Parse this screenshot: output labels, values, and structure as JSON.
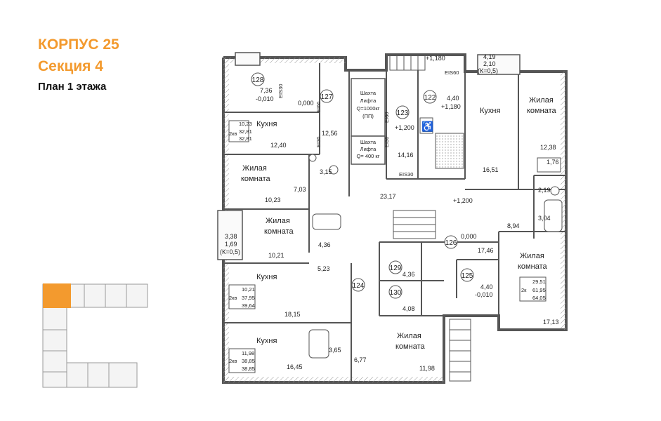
{
  "header": {
    "building": "КОРПУС 25",
    "section": "Секция 4",
    "plan": "План 1 этажа"
  },
  "colors": {
    "accent": "#f39a2e",
    "wall": "#7a7a7a",
    "hatch": "#c9c9c9"
  },
  "apartments": [
    {
      "id": "apt-1",
      "rooms": "2кв",
      "lines": [
        "10,23",
        "32,81",
        "32,81"
      ]
    },
    {
      "id": "apt-2",
      "rooms": "2кв",
      "lines": [
        "10,21",
        "37,95",
        "39,64"
      ]
    },
    {
      "id": "apt-3",
      "rooms": "2кв",
      "lines": [
        "11,98",
        "38,85",
        "38,85"
      ]
    },
    {
      "id": "apt-4",
      "rooms": "2к",
      "lines": [
        "29,51",
        "61,95",
        "64,05"
      ]
    }
  ],
  "room_names": {
    "kitchen": "Кухня",
    "living_1": "Жилая",
    "living_2": "комната"
  },
  "room_numbers": [
    "128",
    "127",
    "123",
    "122",
    "126",
    "129",
    "130",
    "124",
    "125"
  ],
  "areas": {
    "a7_36": "7,36",
    "a_0010a": "-0,010",
    "a0_000a": "0,000",
    "a12_56": "12,56",
    "a12_40": "12,40",
    "a3_15": "3,15",
    "a7_03": "7,03",
    "a10_23": "10,23",
    "a3_38": "3,38",
    "a1_69": "1,69",
    "k05a": "(К=0,5)",
    "a10_21": "10,21",
    "a4_36a": "4,36",
    "a5_23": "5,23",
    "a18_15": "18,15",
    "a16_45": "16,45",
    "a3_65": "3,65",
    "a6_77": "6,77",
    "a11_98": "11,98",
    "a23_17": "23,17",
    "a4_36b": "4,36",
    "a4_08": "4,08",
    "a0_000b": "0,000",
    "a17_46": "17,46",
    "a4_40a": "4,40",
    "a_0010b": "-0,010",
    "a14_16": "14,16",
    "a1_200a": "+1,200",
    "a1_200b": "+1,200",
    "a1_180a": "+1,180",
    "a1_180b": "+1,180",
    "a4_40b": "4,40",
    "a4_19": "4,19",
    "a2_10": "2,10",
    "k05b": "(К=0,5)",
    "a16_51": "16,51",
    "a12_38": "12,38",
    "a1_76": "1,76",
    "a2_19": "2,19",
    "a3_04": "3,04",
    "a8_94": "8,94",
    "a17_13": "17,13"
  },
  "elevators": {
    "lift1_l1": "Шахта",
    "lift1_l2": "Лифта",
    "lift1_l3": "Q=1000кг",
    "lift1_l4": "(ПП)",
    "lift2_l1": "Шахта",
    "lift2_l2": "Лифта",
    "lift2_l3": "Q= 400 кг"
  },
  "fire_marks": {
    "m1": "EI60",
    "m2": "EI30",
    "m3": "EIS30",
    "m4": "EI60",
    "m5": "EI30",
    "m6": "EIS30",
    "m7": "EIS60"
  }
}
